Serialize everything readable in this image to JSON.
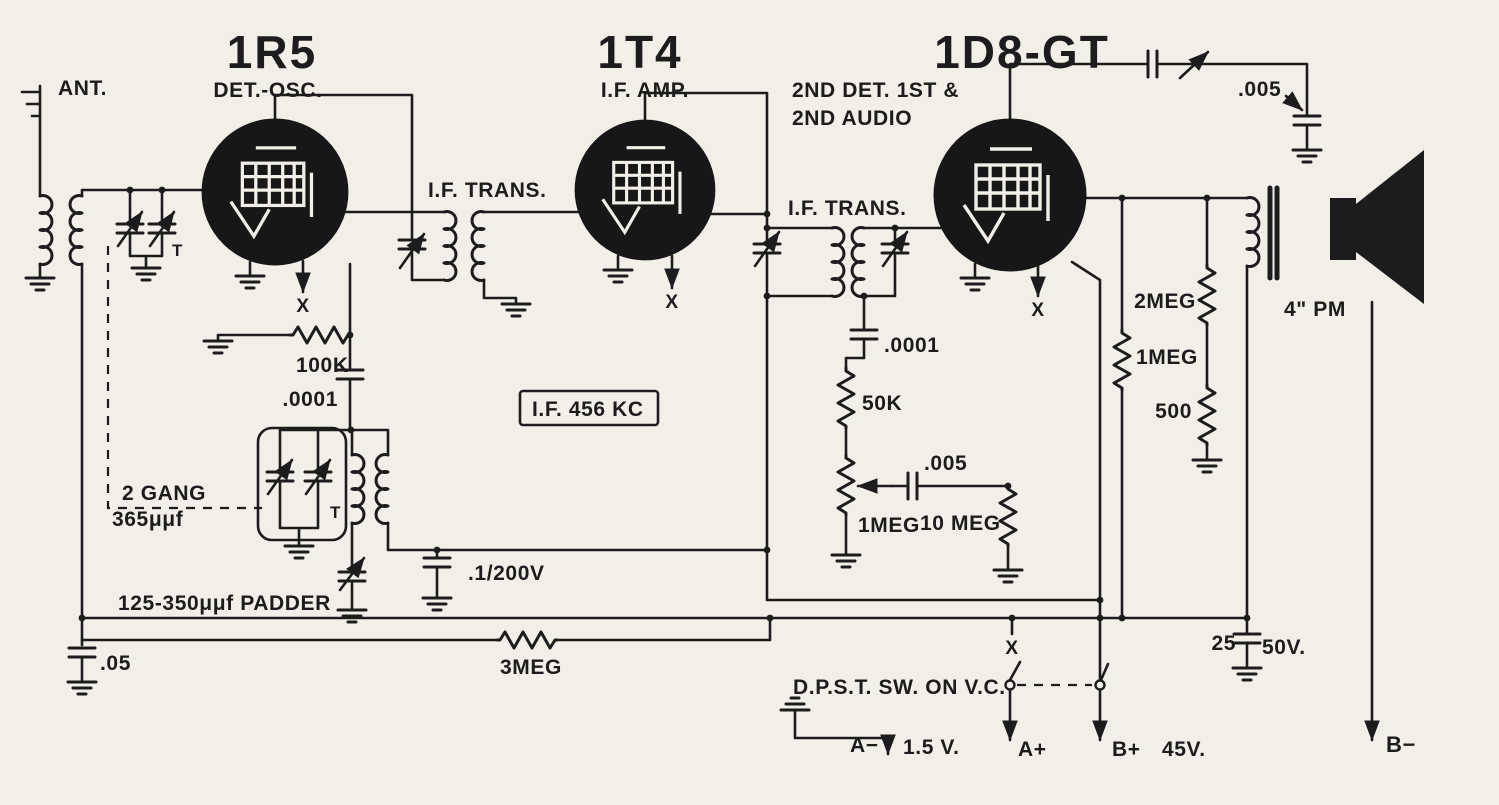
{
  "colors": {
    "ink": "#1c1c1c",
    "paper": "#f2efe8",
    "tube_fill": "#171717"
  },
  "labels": {
    "ant": "ANT.",
    "t_trimmer_rf": "T",
    "t_trimmer_osc": "T",
    "x_tube1": "X",
    "x_tube2": "X",
    "x_tube3": "X",
    "x_switch": "X"
  },
  "tubes": [
    {
      "name": "1R5",
      "role": "DET.-OSC."
    },
    {
      "name": "1T4",
      "role": "I.F. AMP."
    },
    {
      "name": "1D8-GT",
      "role_line1": "2ND DET. 1ST &",
      "role_line2": "2ND AUDIO"
    }
  ],
  "transformers": {
    "if1": "I.F. TRANS.",
    "if2": "I.F. TRANS."
  },
  "components": {
    "r_100k": "100K",
    "c_0001_osc": ".0001",
    "c_0001_det": ".0001",
    "gang_line1": "2 GANG",
    "gang_line2": "365μμf",
    "padder": "125-350μμf PADDER",
    "c_05": ".05",
    "c_1_200v": ".1/200V",
    "r_3meg": "3MEG",
    "r_50k": "50K",
    "pot_1meg": "1MEG",
    "c_005_audio": ".005",
    "r_10meg": "10 MEG",
    "r_1meg": "1MEG",
    "r_2meg": "2MEG",
    "r_500": "500",
    "c_005_top": ".005",
    "c_25": "25",
    "c_25_voltage": "50V.",
    "speaker": "4\" PM"
  },
  "annotations": {
    "if_freq": "I.F. 456 KC",
    "switch": "D.P.S.T. SW. ON V.C."
  },
  "power": {
    "a_minus": "A−",
    "a_minus_v": "1.5 V.",
    "a_plus": "A+",
    "b_plus": "B+",
    "b_plus_v": "45V.",
    "b_minus": "B−"
  }
}
